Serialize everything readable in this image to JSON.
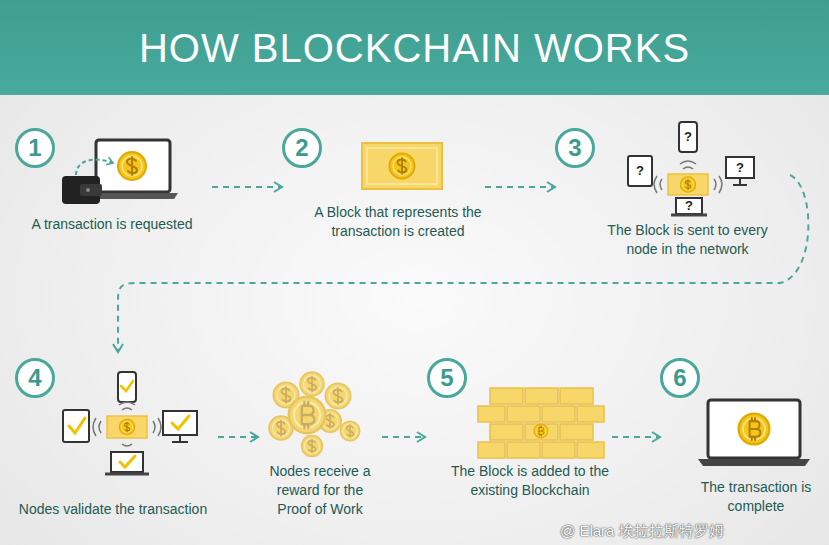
{
  "diagram": {
    "title": "HOW BLOCKCHAIN WORKS",
    "nodes": [
      {
        "text": [
          "1",
          "A transaction is requested"
        ]
      },
      {
        "text": [
          "2",
          "A Block that represents the transaction is created"
        ]
      },
      {
        "text": [
          "3",
          "The Block is sent to every node in the network"
        ]
      },
      {
        "text": [
          "4",
          "Nodes validate the transaction"
        ]
      },
      {
        "text": [
          "Nodes receive a reward for the Proof of Work"
        ]
      },
      {
        "text": [
          "5",
          "The Block is added to the existing Blockchain"
        ]
      },
      {
        "text": [
          "6",
          "The transaction is complete"
        ]
      }
    ],
    "edges": [
      {
        "from": 0,
        "to": 1,
        "arrow": "to"
      },
      {
        "from": 1,
        "to": 2,
        "arrow": "to"
      },
      {
        "from": 2,
        "to": 3,
        "arrow": "to"
      },
      {
        "from": 3,
        "to": 4,
        "arrow": "to"
      },
      {
        "from": 4,
        "to": 5,
        "arrow": "to"
      },
      {
        "from": 5,
        "to": 6,
        "arrow": "to"
      }
    ],
    "labels": [
      "?",
      "?",
      "?",
      "?",
      "@ Elara 埃拉拉斯特罗姆"
    ]
  }
}
